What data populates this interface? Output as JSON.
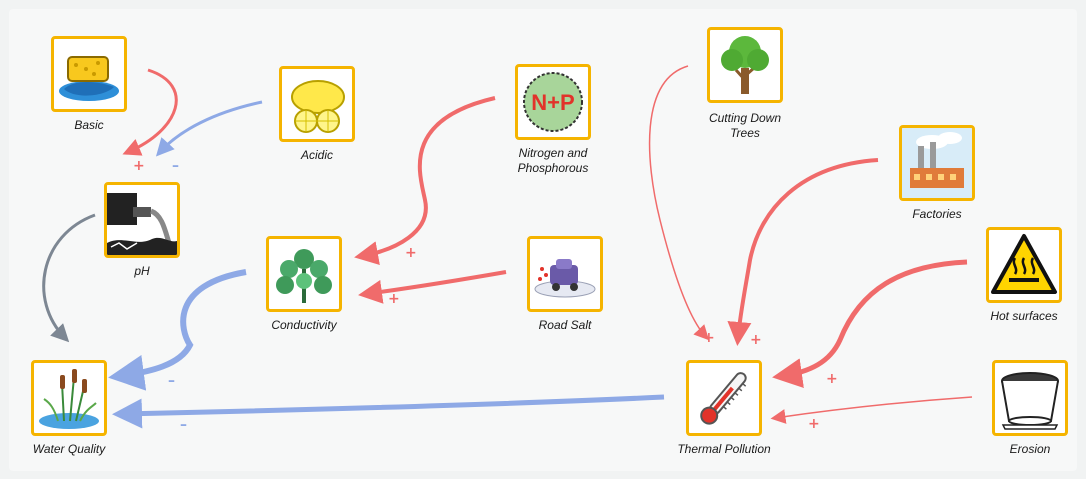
{
  "colors": {
    "positive": "#f06b6b",
    "negative": "#8ea9e6",
    "neutral": "#7d8793",
    "icon_border": "#f5b400"
  },
  "nodes": {
    "basic": {
      "label": "Basic",
      "icon": "sponge-icon"
    },
    "acidic": {
      "label": "Acidic",
      "icon": "lemon-icon"
    },
    "nitrogen": {
      "label_line1": "Nitrogen and",
      "label_line2": "Phosphorous",
      "icon": "np-circle-icon",
      "icon_text": "N+P"
    },
    "trees": {
      "label_line1": "Cutting Down",
      "label_line2": "Trees",
      "icon": "tree-icon"
    },
    "factories": {
      "label": "Factories",
      "icon": "factory-icon"
    },
    "ph": {
      "label": "pH",
      "icon": "drainage-pipe-icon"
    },
    "conductivity": {
      "label": "Conductivity",
      "icon": "plant-icon"
    },
    "road_salt": {
      "label": "Road Salt",
      "icon": "salt-truck-icon"
    },
    "hot_surfaces": {
      "label": "Hot surfaces",
      "icon": "hot-surface-warning-icon"
    },
    "water_quality": {
      "label": "Water Quality",
      "icon": "cattail-icon"
    },
    "thermal_pollution": {
      "label": "Thermal Pollution",
      "icon": "thermometer-icon"
    },
    "erosion": {
      "label": "Erosion",
      "icon": "soil-pot-icon"
    }
  },
  "links": [
    {
      "from": "Basic",
      "to": "pH",
      "sign": "+"
    },
    {
      "from": "Acidic",
      "to": "pH",
      "sign": "–"
    },
    {
      "from": "pH",
      "to": "Water Quality",
      "sign": ""
    },
    {
      "from": "Nitrogen and Phosphorous",
      "to": "Conductivity",
      "sign": "+"
    },
    {
      "from": "Road Salt",
      "to": "Conductivity",
      "sign": "+"
    },
    {
      "from": "Conductivity",
      "to": "Water Quality",
      "sign": "–"
    },
    {
      "from": "Thermal Pollution",
      "to": "Water Quality",
      "sign": "–"
    },
    {
      "from": "Cutting Down Trees",
      "to": "Thermal Pollution",
      "sign": "+"
    },
    {
      "from": "Factories",
      "to": "Thermal Pollution",
      "sign": "+"
    },
    {
      "from": "Hot surfaces",
      "to": "Thermal Pollution",
      "sign": "+"
    },
    {
      "from": "Erosion",
      "to": "Thermal Pollution",
      "sign": "+"
    }
  ]
}
